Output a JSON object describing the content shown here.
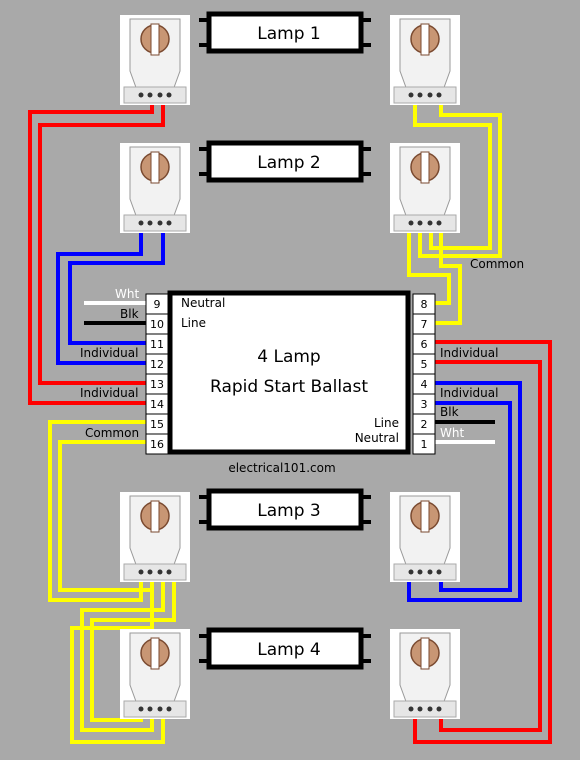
{
  "lamps": [
    "Lamp 1",
    "Lamp 2",
    "Lamp 3",
    "Lamp 4"
  ],
  "ballast": {
    "title_line1": "4 Lamp",
    "title_line2": "Rapid Start Ballast",
    "inner_neutral_left": "Neutral",
    "inner_line_left": "Line",
    "inner_line_right": "Line",
    "inner_neutral_right": "Neutral",
    "left_terminals": [
      "9",
      "10",
      "11",
      "12",
      "13",
      "14",
      "15",
      "16"
    ],
    "right_terminals": [
      "8",
      "7",
      "6",
      "5",
      "4",
      "3",
      "2",
      "1"
    ]
  },
  "wire_labels": {
    "wht_left": "Wht",
    "blk_left": "Blk",
    "individual_left_1": "Individual",
    "individual_left_2": "Individual",
    "common_left": "Common",
    "common_right": "Common",
    "individual_right_1": "Individual",
    "individual_right_2": "Individual",
    "blk_right": "Blk",
    "wht_right": "Wht"
  },
  "website": "electrical101.com",
  "colors": {
    "background": "#a9a9a9",
    "red": "#ff0000",
    "blue": "#0000ff",
    "yellow": "#ffff00",
    "white": "#ffffff",
    "black": "#000000"
  }
}
